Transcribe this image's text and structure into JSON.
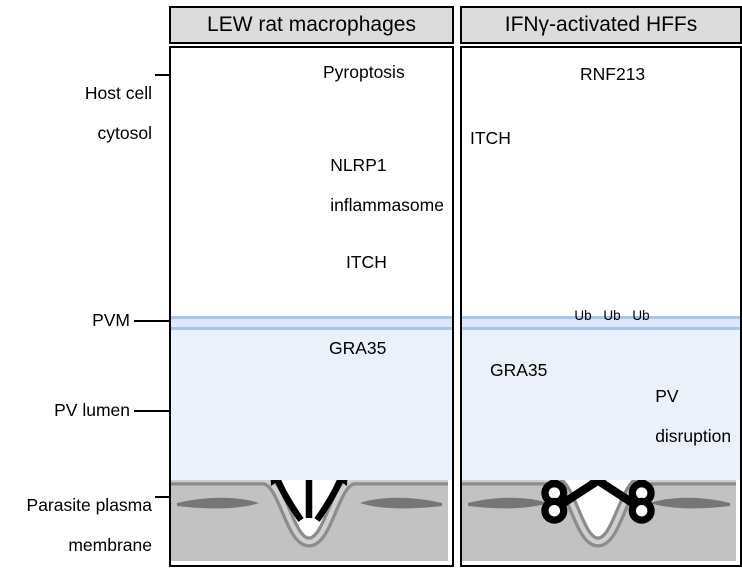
{
  "figure": {
    "title_left": "LEW rat macrophages",
    "title_right": "IFNγ-activated HFFs",
    "compartment_labels": {
      "host_cytosol_line1": "Host cell",
      "host_cytosol_line2": "cytosol",
      "pvm": "PVM",
      "pv_lumen": "PV lumen",
      "parasite_membrane_line1": "Parasite plasma",
      "parasite_membrane_line2": "membrane"
    },
    "left_panel": {
      "pyroptosis": "Pyroptosis",
      "inflammasome_line1": "NLRP1",
      "inflammasome_line2": "inflammasome",
      "itch": "ITCH",
      "gra35": "GRA35"
    },
    "right_panel": {
      "rnf213": "RNF213",
      "itch": "ITCH",
      "gra35": "GRA35",
      "ub_1": "Ub",
      "ub_2": "Ub",
      "ub_3": "Ub",
      "disruption_line1": "PV",
      "disruption_line2": "disruption"
    },
    "colors": {
      "header_fill": "#dcdcdc",
      "itch_blue": "#2b55a0",
      "ww_green": "#6cbе45",
      "gra35_red": "#e0685f",
      "rnf213_red": "#d41515",
      "ubiquitin_peach": "#f7cba4",
      "nlrp1_center_gold": "#f5c518",
      "nlrp1_ring_gray": "#b0b0b8",
      "nlrp1_spoke_purple": "#c9a8e0",
      "pvm_band": "#a8c6e8",
      "pv_lumen": "#eaf1fa",
      "parasite_gray": "#c2c2c2",
      "parasite_membrane_gray": "#8c8c8c",
      "arrow_black": "#000000"
    }
  }
}
